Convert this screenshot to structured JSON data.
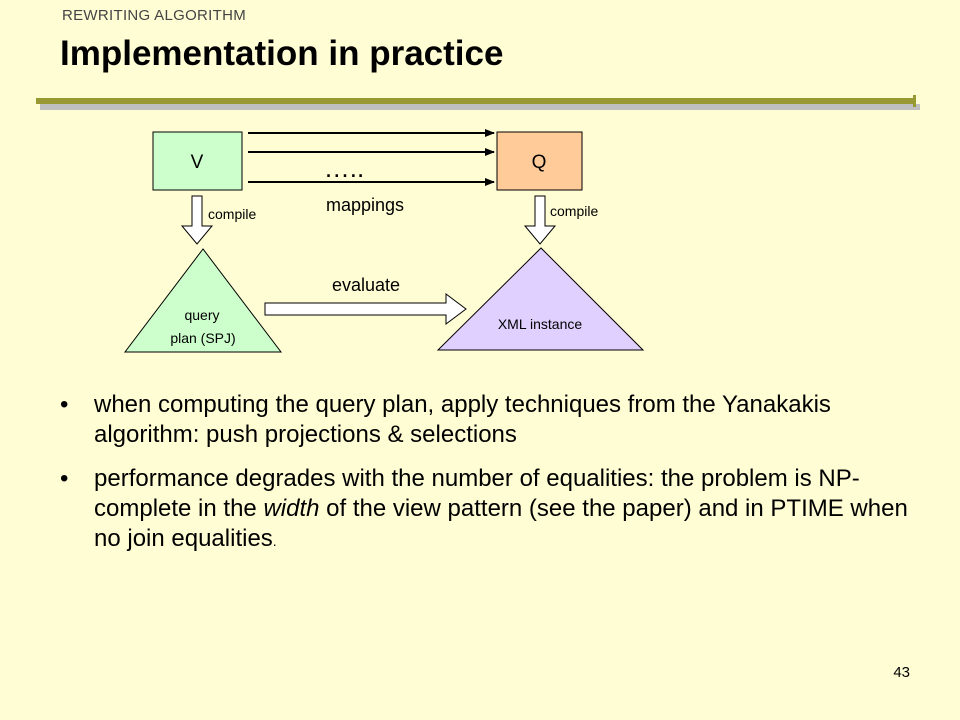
{
  "header": {
    "section": "REWRITING ALGORITHM",
    "title": "Implementation in practice"
  },
  "diagram": {
    "nodes": {
      "view": {
        "label": "V",
        "color": "#ccffcc"
      },
      "query": {
        "label": "Q",
        "color": "#ffcc99"
      },
      "query_plan": {
        "line1": "query",
        "line2": "plan (SPJ)",
        "color": "#ccffcc"
      },
      "xml_instance": {
        "label": "XML instance",
        "color": "#e0d0ff"
      }
    },
    "labels": {
      "ellipsis": "…..",
      "mappings": "mappings",
      "compile_left": "compile",
      "compile_right": "compile",
      "evaluate": "evaluate"
    },
    "accent_color": "#999933"
  },
  "bullets": [
    {
      "parts": [
        {
          "text": "when computing the query plan, apply techniques from the Yanakakis algorithm: push projections & selections",
          "italic": false
        }
      ]
    },
    {
      "parts": [
        {
          "text": "performance degrades with the number of equalities: the problem is NP-complete in the ",
          "italic": false
        },
        {
          "text": "width",
          "italic": true
        },
        {
          "text": " of the view pattern (see the paper) and in PTIME when no join equalities",
          "italic": false
        },
        {
          "text": ".",
          "italic": false,
          "small": true
        }
      ]
    }
  ],
  "page_number": "43"
}
